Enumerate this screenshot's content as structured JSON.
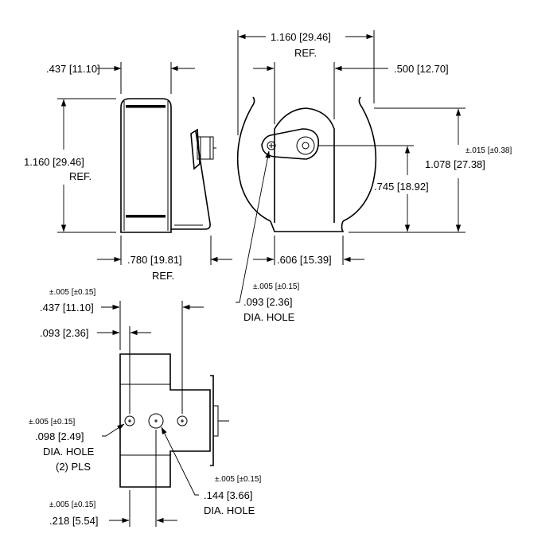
{
  "drawing": {
    "views": {
      "side_view": {
        "width_dim": ".437 [11.10]",
        "height_dim": "1.160 [29.46]",
        "height_ref": "REF.",
        "depth_dim": ".780 [19.81]",
        "depth_ref": "REF."
      },
      "front_view": {
        "overall_width_dim": "1.160 [29.46]",
        "overall_width_ref": "REF.",
        "offset_dim": ".500 [12.70]",
        "height_dim": "1.078 [27.38]",
        "height_tol": "±.015 [±0.38]",
        "hole_center_dim": ".745 [18.92]",
        "base_width_dim": ".606 [15.39]",
        "hole_tol": "±.005 [±0.15]",
        "hole_size": ".093 [2.36]",
        "hole_label": "DIA. HOLE"
      },
      "bottom_view": {
        "width_tol": "±.005 [±0.15]",
        "width_dim": ".437 [11.10]",
        "edge_dim": ".093 [2.36]",
        "small_hole_tol": "±.005 [±0.15]",
        "small_hole_size": ".098 [2.49]",
        "small_hole_label": "DIA. HOLE",
        "small_hole_qty": "(2) PLS",
        "large_hole_tol": "±.005 [±0.15]",
        "large_hole_size": ".144 [3.66]",
        "large_hole_label": "DIA. HOLE",
        "offset_tol": "±.005 [±0.15]",
        "offset_dim": ".218 [5.54]"
      }
    }
  }
}
